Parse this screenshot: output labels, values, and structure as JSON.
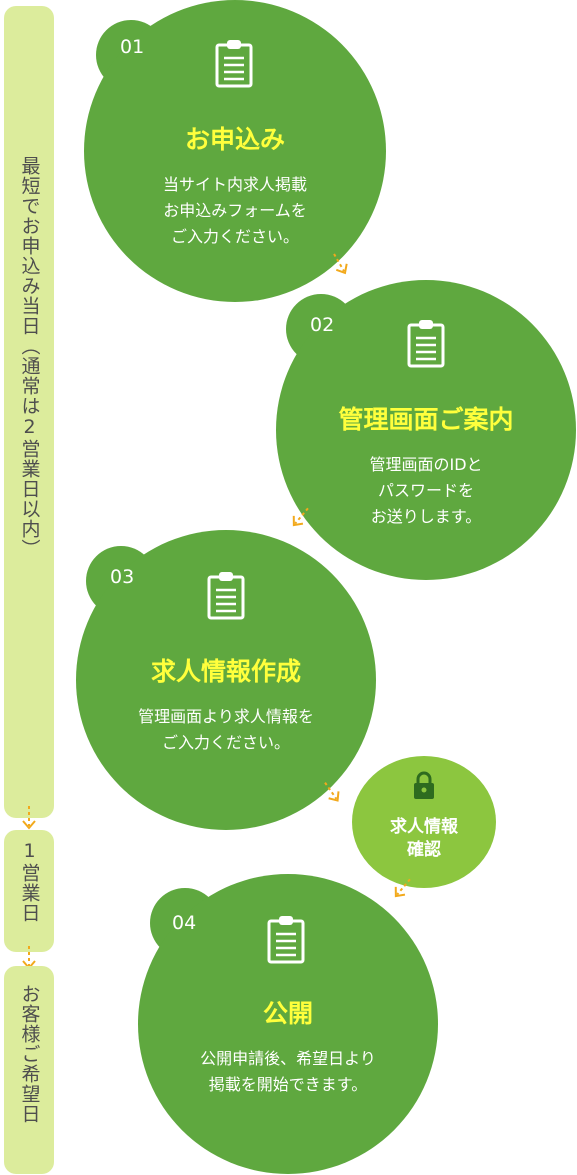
{
  "timeline": {
    "label_1": "最短でお申込み当日（通常は2営業日以内）",
    "label_2": "1営業日",
    "label_3": "お客様ご希望日"
  },
  "steps": [
    {
      "num": "01",
      "title": "お申込み",
      "desc": "当サイト内求人掲載\nお申込みフォームを\nご入力ください。",
      "icon": "clipboard-icon"
    },
    {
      "num": "02",
      "title": "管理画面ご案内",
      "desc": "管理画面のIDと\nパスワードを\nお送りします。",
      "icon": "clipboard-icon"
    },
    {
      "num": "03",
      "title": "求人情報作成",
      "desc": "管理画面より求人情報を\nご入力ください。",
      "icon": "clipboard-icon"
    },
    {
      "num": "04",
      "title": "公開",
      "desc": "公開申請後、希望日より\n掲載を開始できます。",
      "icon": "clipboard-icon"
    }
  ],
  "check": {
    "label": "求人情報\n確認",
    "icon": "lock-icon"
  },
  "colors": {
    "circle": "#5fa83f",
    "check_circle": "#8cc63f",
    "title": "#ffff3c",
    "pill": "#dcec9c",
    "arrow": "#f2a91c"
  }
}
